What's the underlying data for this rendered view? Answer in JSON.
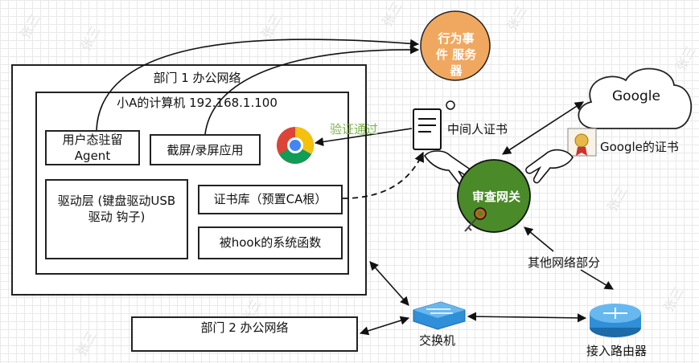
{
  "watermark": "张三",
  "dept1": {
    "title": "部门 1 办公网络",
    "computer": {
      "title": "小A的计算机  192.168.1.100",
      "agent": "用户态驻留 Agent",
      "screen_app": "截屏/录屏应用",
      "driver": "驱动层 (键盘驱动USB驱动 钩子)",
      "cert_store": "证书库（预置CA根）",
      "hooked_funcs": "被hook的系统函数"
    }
  },
  "dept2": {
    "title": "部门 2 办公网络"
  },
  "event_server": "行为事件 服务器",
  "google": "Google",
  "google_cert": "Google的证书",
  "mitm_cert": "中间人证书",
  "verify_pass": "验证通过",
  "audit_gateway": "审查网关",
  "other_network": "其他网络部分",
  "switch": "交换机",
  "router": "接入路由器",
  "colors": {
    "event_server_fill": "#f0a860",
    "gateway_fill": "#4a8a28",
    "verify_text": "#7ab648",
    "switch_blue": "#2f8fd8"
  }
}
